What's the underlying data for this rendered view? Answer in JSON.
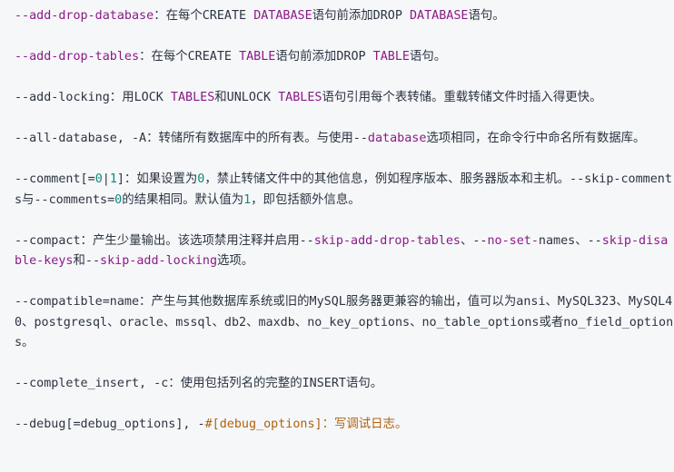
{
  "colors": {
    "background": "#f6f7f9",
    "text": "#2b3441",
    "keyword": "#8b1a87",
    "number": "#0e8a7e",
    "string": "#b0620e"
  },
  "entries": [
    {
      "name": "add-drop-database",
      "segments": [
        {
          "t": "--add-drop-database",
          "c": "kw"
        },
        {
          "t": "：在每个CREATE ",
          "c": "plain"
        },
        {
          "t": "DATABASE",
          "c": "kw"
        },
        {
          "t": "语句前添加DROP ",
          "c": "plain"
        },
        {
          "t": "DATABASE",
          "c": "kw"
        },
        {
          "t": "语句。",
          "c": "plain"
        }
      ]
    },
    {
      "name": "add-drop-tables",
      "segments": [
        {
          "t": "--add-drop-tables",
          "c": "kw"
        },
        {
          "t": "：在每个CREATE ",
          "c": "plain"
        },
        {
          "t": "TABLE",
          "c": "kw"
        },
        {
          "t": "语句前添加DROP ",
          "c": "plain"
        },
        {
          "t": "TABLE",
          "c": "kw"
        },
        {
          "t": "语句。",
          "c": "plain"
        }
      ]
    },
    {
      "name": "add-locking",
      "segments": [
        {
          "t": "--add-locking：用LOCK ",
          "c": "plain"
        },
        {
          "t": "TABLES",
          "c": "kw"
        },
        {
          "t": "和UNLOCK ",
          "c": "plain"
        },
        {
          "t": "TABLES",
          "c": "kw"
        },
        {
          "t": "语句引用每个表转储。重载转储文件时插入得更快。",
          "c": "plain"
        }
      ]
    },
    {
      "name": "all-database",
      "segments": [
        {
          "t": "--all-database, -A：转储所有数据库中的所有表。与使用--",
          "c": "plain"
        },
        {
          "t": "database",
          "c": "kw"
        },
        {
          "t": "选项相同，在命令行中命名所有数据库。",
          "c": "plain"
        }
      ]
    },
    {
      "name": "comment",
      "segments": [
        {
          "t": "--comment[=",
          "c": "plain"
        },
        {
          "t": "0",
          "c": "num"
        },
        {
          "t": "|",
          "c": "plain"
        },
        {
          "t": "1",
          "c": "num"
        },
        {
          "t": "]：如果设置为",
          "c": "plain"
        },
        {
          "t": "0",
          "c": "num"
        },
        {
          "t": "，禁止转储文件中的其他信息，例如程序版本、服务器版本和主机。--skip-comments与--comments=",
          "c": "plain"
        },
        {
          "t": "0",
          "c": "num"
        },
        {
          "t": "的结果相同。默认值为",
          "c": "plain"
        },
        {
          "t": "1",
          "c": "num"
        },
        {
          "t": "，即包括额外信息。",
          "c": "plain"
        }
      ]
    },
    {
      "name": "compact",
      "segments": [
        {
          "t": "--compact：产生少量输出。该选项禁用注释并启用--",
          "c": "plain"
        },
        {
          "t": "skip-add-drop-tables",
          "c": "kw"
        },
        {
          "t": "、--",
          "c": "plain"
        },
        {
          "t": "no-set-",
          "c": "kw"
        },
        {
          "t": "names、--",
          "c": "plain"
        },
        {
          "t": "skip-disable-keys",
          "c": "kw"
        },
        {
          "t": "和--",
          "c": "plain"
        },
        {
          "t": "skip-add-locking",
          "c": "kw"
        },
        {
          "t": "选项。",
          "c": "plain"
        }
      ]
    },
    {
      "name": "compatible",
      "segments": [
        {
          "t": "--compatible=name：产生与其他数据库系统或旧的MySQL服务器更兼容的输出，值可以为ansi、MySQL323、MySQL40、postgresql、oracle、mssql、db2、maxdb、no_key_options、no_table_options或者no_field_options。",
          "c": "plain"
        }
      ]
    },
    {
      "name": "complete-insert",
      "segments": [
        {
          "t": "--complete_insert, -c：使用包括列名的完整的INSERT语句。",
          "c": "plain"
        }
      ]
    },
    {
      "name": "debug",
      "segments": [
        {
          "t": "--debug[=debug_options], -",
          "c": "plain"
        },
        {
          "t": "#[debug_options]：写调试日志。",
          "c": "str"
        }
      ]
    }
  ]
}
